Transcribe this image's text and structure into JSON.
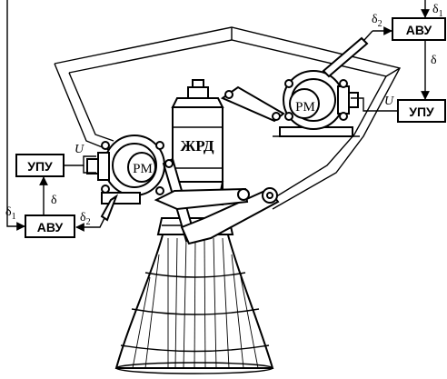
{
  "blocks": {
    "avu_top": "АВУ",
    "upu_right": "УПУ",
    "upu_left": "УПУ",
    "avu_bottom": "АВУ"
  },
  "components": {
    "engine": "ЖРД",
    "actuator_right": "РМ",
    "actuator_left": "РМ"
  },
  "signals": {
    "delta1_top": "δ",
    "delta1_top_sub": "1",
    "delta2_right": "δ",
    "delta2_right_sub": "2",
    "delta_right": "δ",
    "u_right": "U",
    "u_left": "U",
    "delta_left": "δ",
    "delta1_left": "δ",
    "delta1_left_sub": "1",
    "delta2_left": "δ",
    "delta2_left_sub": "2"
  }
}
